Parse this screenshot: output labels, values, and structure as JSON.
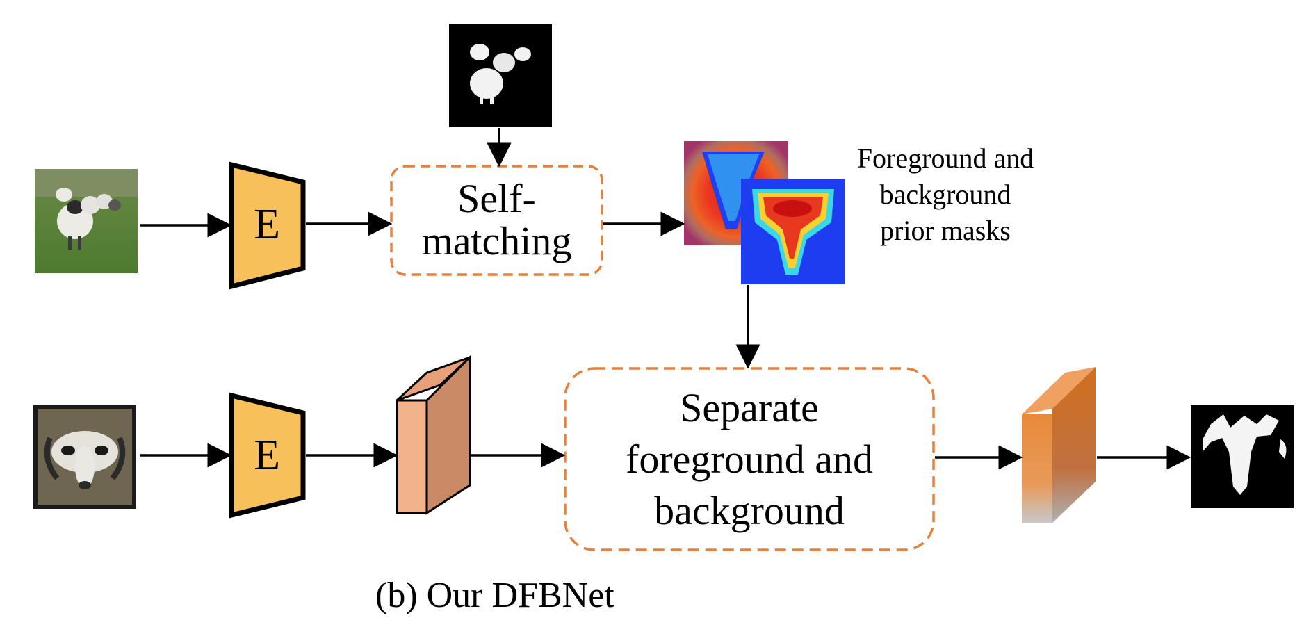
{
  "encoder_top": {
    "label": "E"
  },
  "encoder_bottom": {
    "label": "E"
  },
  "self_matching": {
    "label": "Self-\nmatching"
  },
  "prior_masks": {
    "label": "Foreground and\nbackground\nprior masks"
  },
  "separate": {
    "label": "Separate\nforeground and\nbackground"
  },
  "caption": "(b) Our DFBNet",
  "colors": {
    "encoder_fill": "#F8C05A",
    "dashed_box": "#E8803A",
    "feature_light": "#F2B28A",
    "feature_dark": "#C98A65",
    "heatmap_red": "#E8201C",
    "heatmap_blue": "#1E3CF0"
  },
  "icons": [
    "sheep-image",
    "sheep-closeup-image",
    "top-mask-image",
    "heatmap-fg-image",
    "heatmap-bg-image",
    "output-mask-image"
  ]
}
